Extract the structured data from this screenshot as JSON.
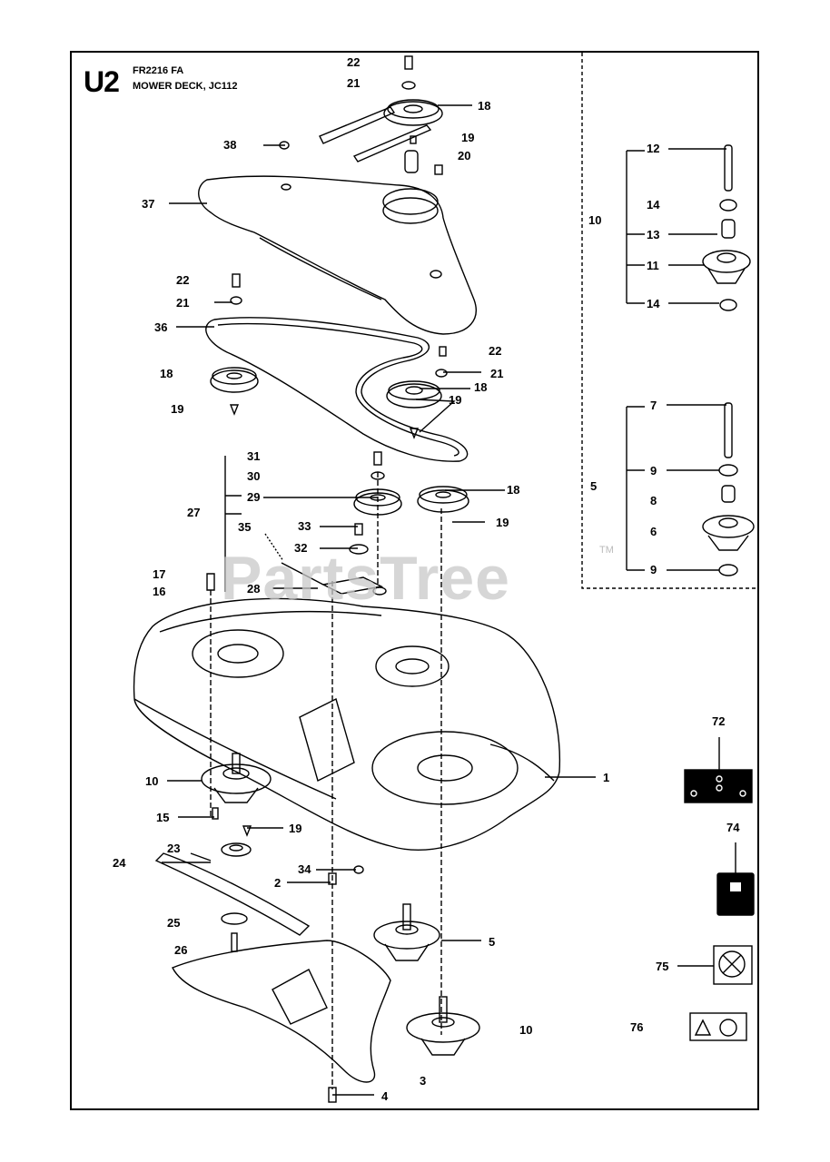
{
  "header": {
    "section_code": "U2",
    "model": "FR2216 FA",
    "title": "MOWER DECK, JC112"
  },
  "watermark": {
    "text": "PartsTree",
    "trademark": "TM"
  },
  "callouts": [
    {
      "id": "22-top",
      "text": "22"
    },
    {
      "id": "21-top",
      "text": "21"
    },
    {
      "id": "18-top",
      "text": "18"
    },
    {
      "id": "19-top",
      "text": "19"
    },
    {
      "id": "20",
      "text": "20"
    },
    {
      "id": "38",
      "text": "38"
    },
    {
      "id": "37",
      "text": "37"
    },
    {
      "id": "22-mid",
      "text": "22"
    },
    {
      "id": "21-mid",
      "text": "21"
    },
    {
      "id": "36",
      "text": "36"
    },
    {
      "id": "18-left",
      "text": "18"
    },
    {
      "id": "19-left",
      "text": "19"
    },
    {
      "id": "22-right",
      "text": "22"
    },
    {
      "id": "21-right",
      "text": "21"
    },
    {
      "id": "18-right",
      "text": "18"
    },
    {
      "id": "19-right",
      "text": "19"
    },
    {
      "id": "31",
      "text": "31"
    },
    {
      "id": "30",
      "text": "30"
    },
    {
      "id": "29",
      "text": "29"
    },
    {
      "id": "27",
      "text": "27"
    },
    {
      "id": "35",
      "text": "35"
    },
    {
      "id": "33",
      "text": "33"
    },
    {
      "id": "32",
      "text": "32"
    },
    {
      "id": "18-idler",
      "text": "18"
    },
    {
      "id": "19-idler",
      "text": "19"
    },
    {
      "id": "17",
      "text": "17"
    },
    {
      "id": "16",
      "text": "16"
    },
    {
      "id": "28",
      "text": "28"
    },
    {
      "id": "1",
      "text": "1"
    },
    {
      "id": "10-left",
      "text": "10"
    },
    {
      "id": "15",
      "text": "15"
    },
    {
      "id": "19-low",
      "text": "19"
    },
    {
      "id": "23",
      "text": "23"
    },
    {
      "id": "24",
      "text": "24"
    },
    {
      "id": "34",
      "text": "34"
    },
    {
      "id": "2",
      "text": "2"
    },
    {
      "id": "25",
      "text": "25"
    },
    {
      "id": "26",
      "text": "26"
    },
    {
      "id": "5-low",
      "text": "5"
    },
    {
      "id": "10-low",
      "text": "10"
    },
    {
      "id": "3",
      "text": "3"
    },
    {
      "id": "4",
      "text": "4"
    },
    {
      "id": "10-inset",
      "text": "10"
    },
    {
      "id": "12",
      "text": "12"
    },
    {
      "id": "14-a",
      "text": "14"
    },
    {
      "id": "13",
      "text": "13"
    },
    {
      "id": "11",
      "text": "11"
    },
    {
      "id": "14-b",
      "text": "14"
    },
    {
      "id": "5-inset",
      "text": "5"
    },
    {
      "id": "7",
      "text": "7"
    },
    {
      "id": "9-a",
      "text": "9"
    },
    {
      "id": "8",
      "text": "8"
    },
    {
      "id": "6",
      "text": "6"
    },
    {
      "id": "9-b",
      "text": "9"
    },
    {
      "id": "72",
      "text": "72"
    },
    {
      "id": "74",
      "text": "74"
    },
    {
      "id": "75",
      "text": "75"
    },
    {
      "id": "76",
      "text": "76"
    }
  ]
}
